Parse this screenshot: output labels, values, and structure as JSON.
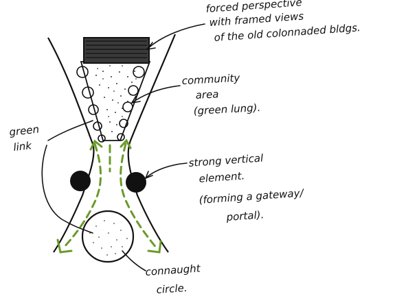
{
  "annotations": {
    "forced_perspective": [
      "forced perspective",
      "with framed views",
      "of the old colonnaded bldgs."
    ],
    "community_area": [
      "community",
      "area",
      "(green lung)."
    ],
    "green_link": [
      "green",
      "link"
    ],
    "strong_vertical": [
      "strong vertical",
      "element.",
      "(forming a gateway/",
      "portal)."
    ],
    "connaught_circle": [
      "connaught",
      "circle."
    ]
  },
  "colors": {
    "ink": "#111111",
    "green": "#6a9a2a",
    "hatch_block": "#2a2a2a"
  }
}
